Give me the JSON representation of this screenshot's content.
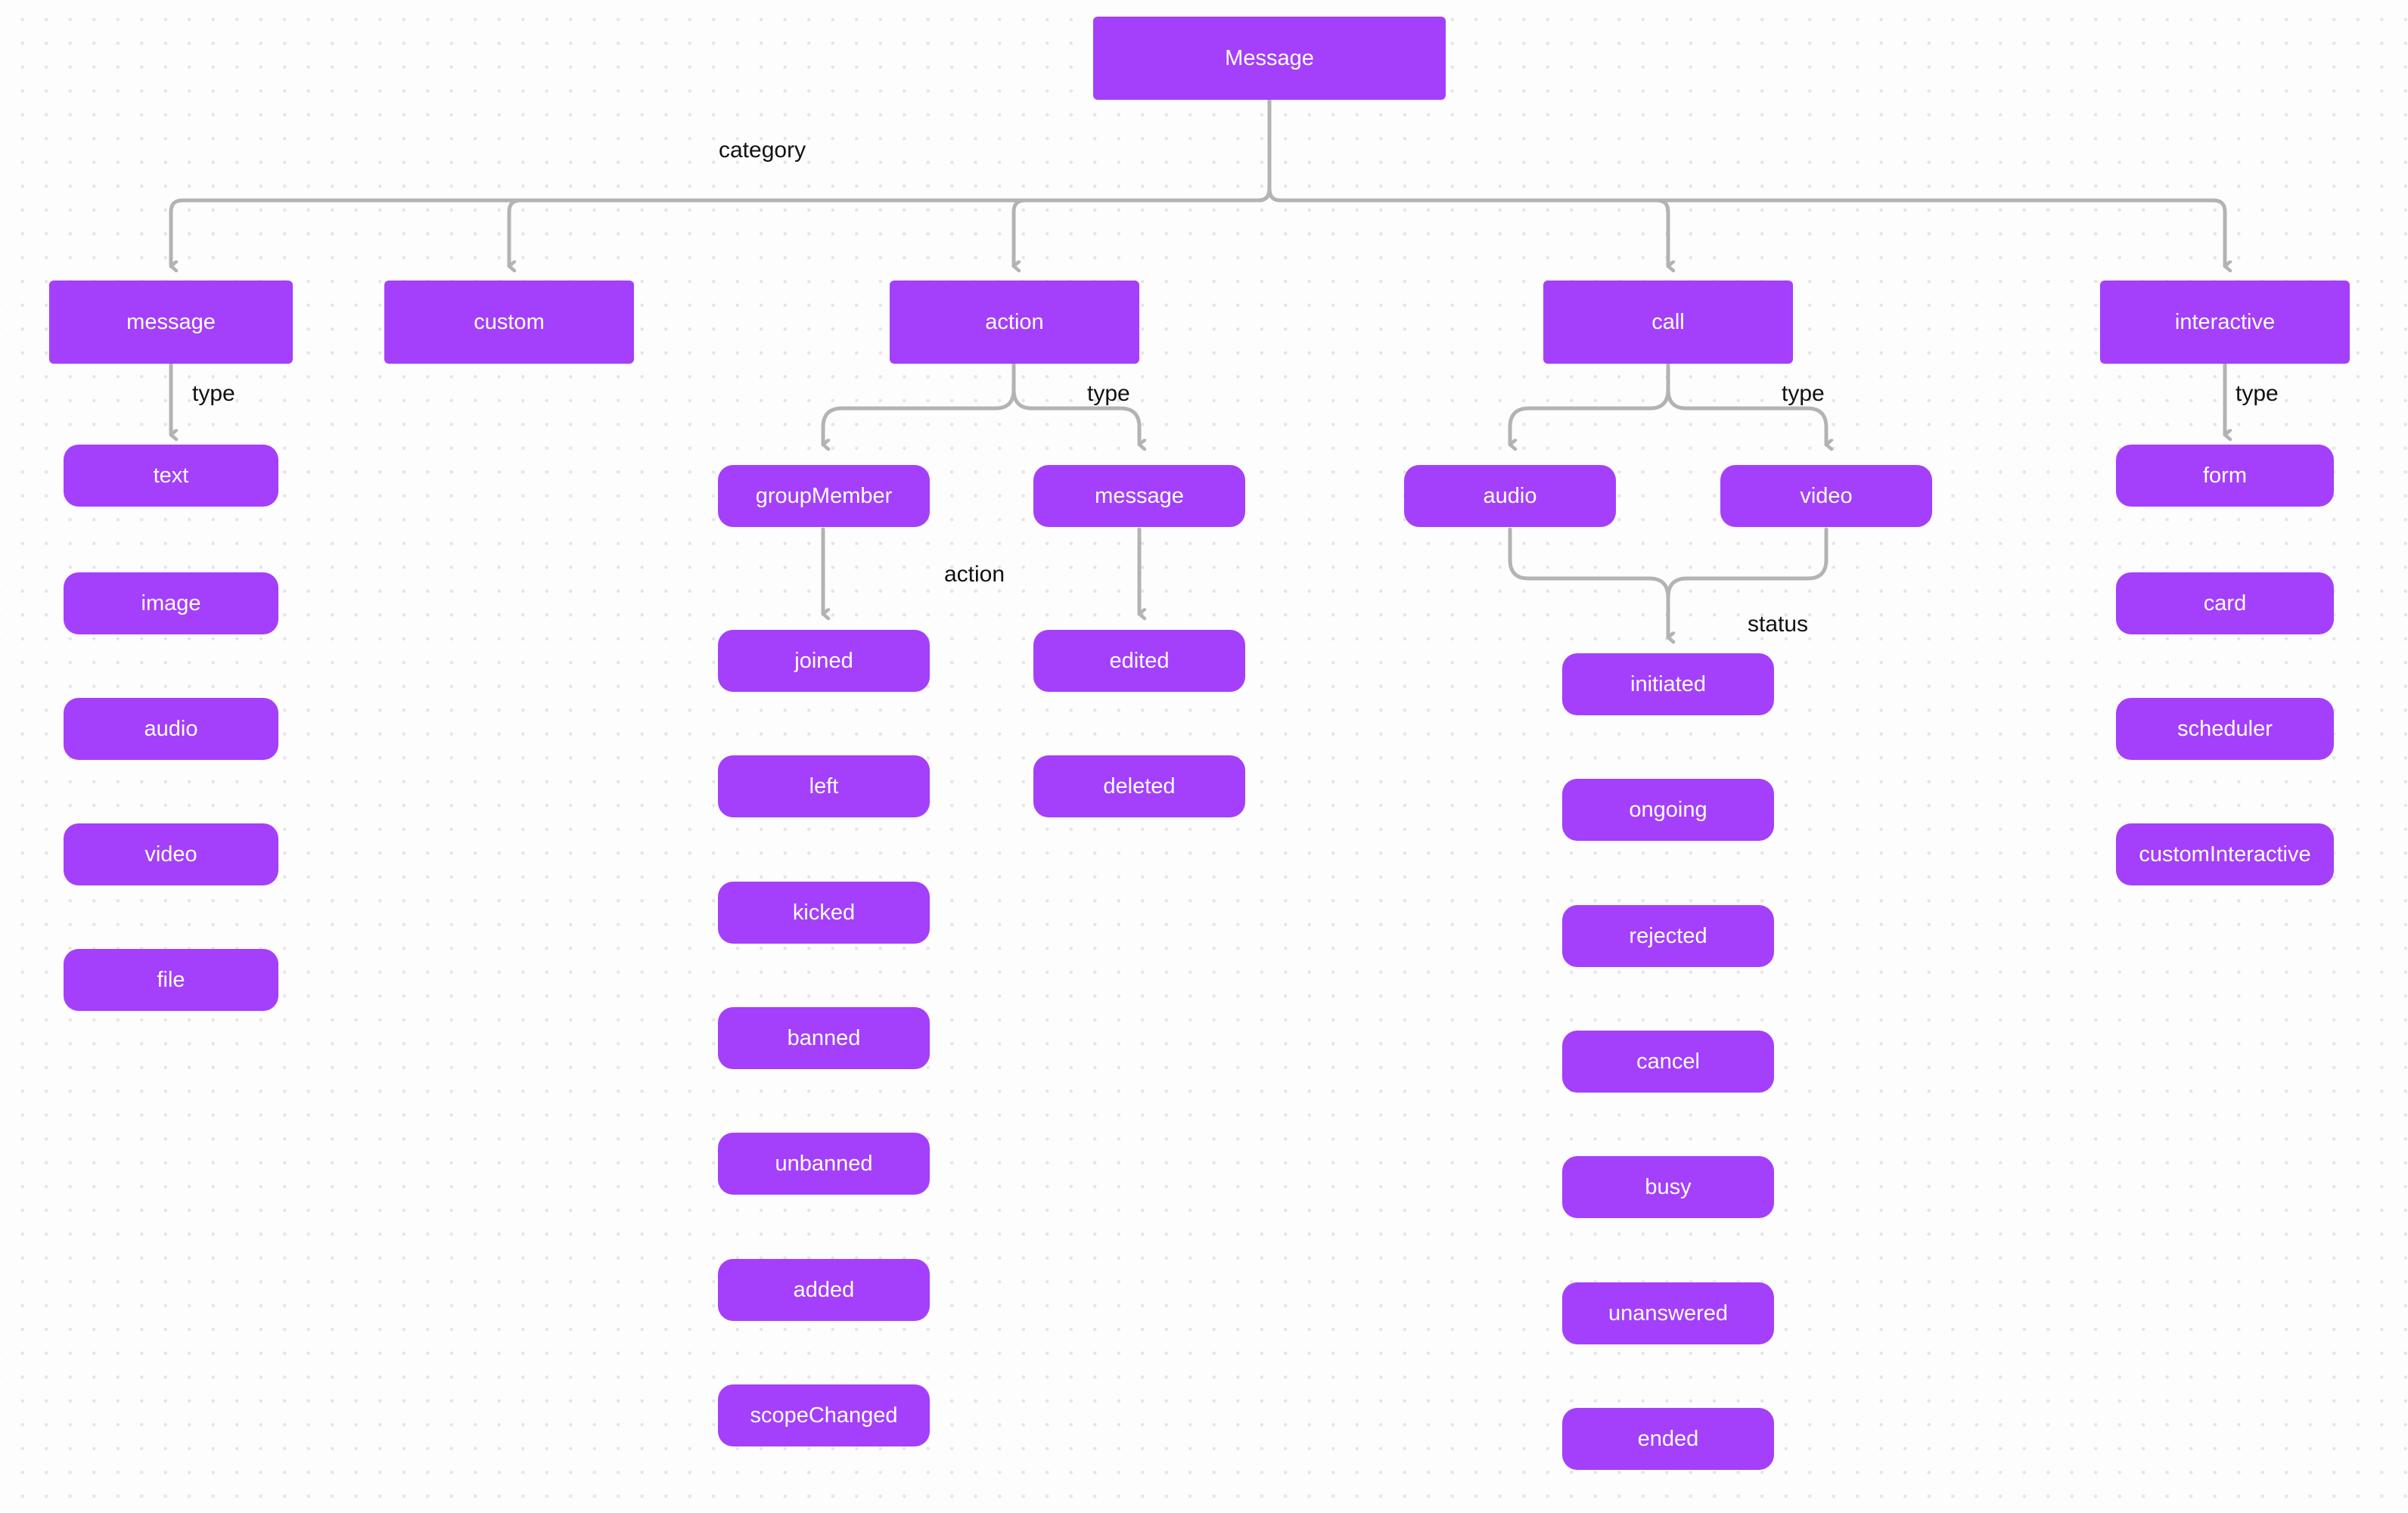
{
  "diagram": {
    "title": "Message",
    "accent_color": "#a43ffb",
    "edge_color": "#b3b3b3",
    "label_color": "#111111",
    "background_color": "#fdfdfd",
    "dot_color": "#e6e6e6"
  },
  "root": {
    "label": "Message"
  },
  "edge_labels": {
    "category": "category",
    "type_message": "type",
    "type_action": "type",
    "type_call": "type",
    "type_interactive": "type",
    "action_groupmember": "action",
    "status_call": "status"
  },
  "categories": [
    {
      "label": "message"
    },
    {
      "label": "custom"
    },
    {
      "label": "action"
    },
    {
      "label": "call"
    },
    {
      "label": "interactive"
    }
  ],
  "message_types": [
    {
      "label": "text"
    },
    {
      "label": "image"
    },
    {
      "label": "audio"
    },
    {
      "label": "video"
    },
    {
      "label": "file"
    }
  ],
  "action_types": [
    {
      "label": "groupMember"
    },
    {
      "label": "message"
    }
  ],
  "group_member_actions": [
    {
      "label": "joined"
    },
    {
      "label": "left"
    },
    {
      "label": "kicked"
    },
    {
      "label": "banned"
    },
    {
      "label": "unbanned"
    },
    {
      "label": "added"
    },
    {
      "label": "scopeChanged"
    }
  ],
  "message_actions": [
    {
      "label": "edited"
    },
    {
      "label": "deleted"
    }
  ],
  "call_types": [
    {
      "label": "audio"
    },
    {
      "label": "video"
    }
  ],
  "call_statuses": [
    {
      "label": "initiated"
    },
    {
      "label": "ongoing"
    },
    {
      "label": "rejected"
    },
    {
      "label": "cancel"
    },
    {
      "label": "busy"
    },
    {
      "label": "unanswered"
    },
    {
      "label": "ended"
    }
  ],
  "interactive_types": [
    {
      "label": "form"
    },
    {
      "label": "card"
    },
    {
      "label": "scheduler"
    },
    {
      "label": "customInteractive"
    }
  ]
}
